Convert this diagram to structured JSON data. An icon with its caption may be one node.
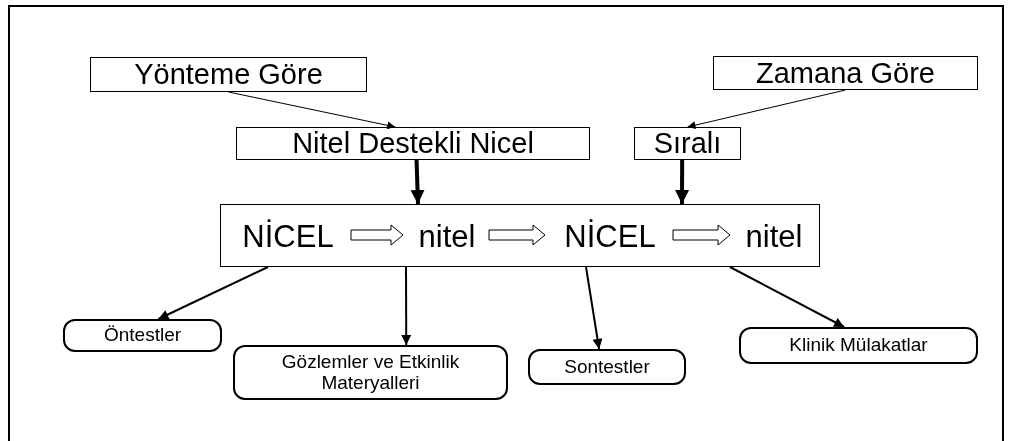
{
  "diagram": {
    "nodes": [
      {
        "text": [
          "Yönteme Göre"
        ]
      },
      {
        "text": [
          "Zamana Göre"
        ]
      },
      {
        "text": [
          "Nitel Destekli Nicel"
        ]
      },
      {
        "text": [
          "Sıralı"
        ]
      },
      {
        "text": [],
        "shape": "box"
      },
      {
        "text": [
          "NİCEL"
        ],
        "in": 4
      },
      {
        "text": [
          "nitel"
        ],
        "in": 4
      },
      {
        "text": [
          "NİCEL"
        ],
        "in": 4
      },
      {
        "text": [
          "nitel"
        ],
        "in": 4
      },
      {
        "text": [
          "Öntestler"
        ]
      },
      {
        "text": [
          "Gözlemler ve Etkinlik Materyalleri"
        ]
      },
      {
        "text": [
          "Sontestler"
        ]
      },
      {
        "text": [
          "Klinik Mülakatlar"
        ]
      }
    ],
    "edges": [
      {
        "from": 0,
        "to": 2,
        "arrow": "to"
      },
      {
        "from": 1,
        "to": 3,
        "arrow": "to"
      },
      {
        "from": 2,
        "to": 4,
        "arrow": "to",
        "style": "thick"
      },
      {
        "from": 3,
        "to": 4,
        "arrow": "to",
        "style": "thick"
      },
      {
        "from": 5,
        "to": 6,
        "arrow": "to"
      },
      {
        "from": 6,
        "to": 7,
        "arrow": "to"
      },
      {
        "from": 7,
        "to": 8,
        "arrow": "to"
      },
      {
        "from": 4,
        "to": 9,
        "arrow": "to"
      },
      {
        "from": 4,
        "to": 10,
        "arrow": "to"
      },
      {
        "from": 4,
        "to": 11,
        "arrow": "to"
      },
      {
        "from": 4,
        "to": 12,
        "arrow": "to"
      }
    ]
  }
}
